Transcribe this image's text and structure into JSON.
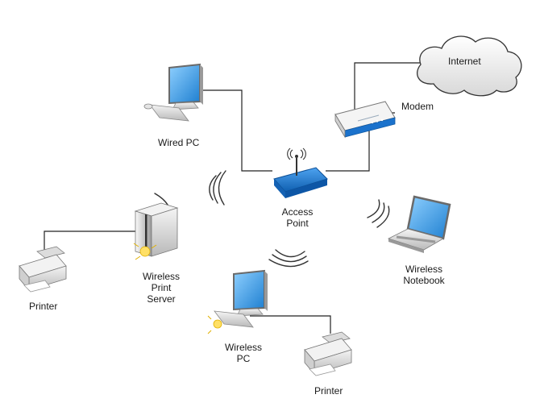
{
  "nodes": {
    "internet": "Internet",
    "modem": "Modem",
    "wired_pc": "Wired PC",
    "access_point": [
      "Access",
      "Point"
    ],
    "wireless_print_server": [
      "Wireless",
      "Print",
      "Server"
    ],
    "printer_left": "Printer",
    "wireless_notebook": [
      "Wireless",
      "Notebook"
    ],
    "wireless_pc": [
      "Wireless",
      "PC"
    ],
    "printer_bottom": "Printer"
  },
  "colors": {
    "link_line": "#222222",
    "device_blue": "#1976d2",
    "screen_blue": "#3aa0e8",
    "cloud_fill": "#eeeeee",
    "light_bulb": "#ffe066"
  },
  "icons": [
    "cloud-icon",
    "modem-icon",
    "desktop-pc-icon",
    "access-point-icon",
    "server-tower-icon",
    "printer-icon",
    "laptop-icon",
    "wireless-signal-icon"
  ]
}
